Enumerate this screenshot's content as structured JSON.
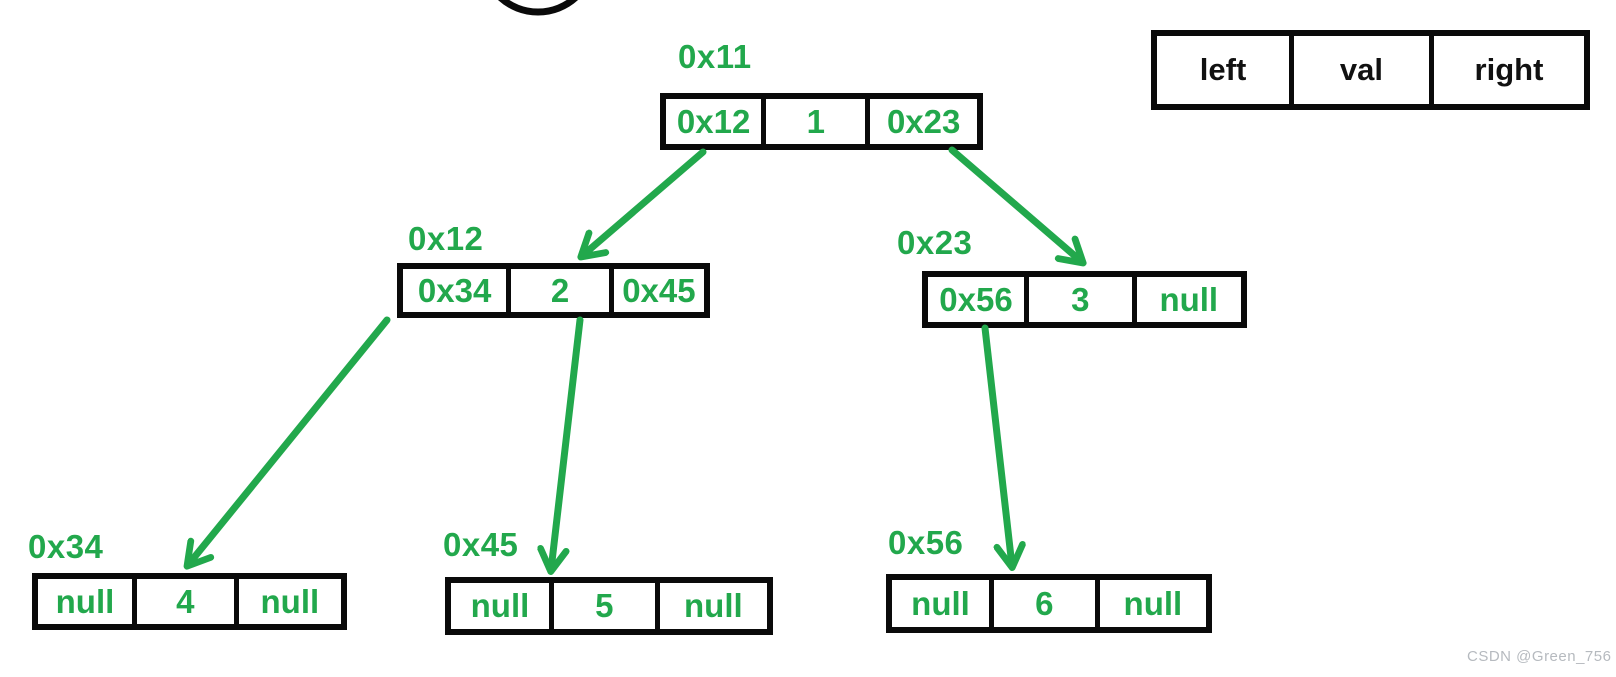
{
  "diagram": {
    "title_hint": "binary tree nodes in memory",
    "colors": {
      "accent_green": "#22a84c",
      "ink": "#0a0a0a",
      "watermark_gray": "#b6babf"
    },
    "legend": {
      "cells": [
        "left",
        "val",
        "right"
      ]
    },
    "nodes": [
      {
        "address": "0x11",
        "label": "0x11",
        "cells": [
          "0x12",
          "1",
          "0x23"
        ]
      },
      {
        "address": "0x12",
        "label": "0x12",
        "cells": [
          "0x34",
          "2",
          "0x45"
        ]
      },
      {
        "address": "0x23",
        "label": "0x23",
        "cells": [
          "0x56",
          "3",
          "null"
        ]
      },
      {
        "address": "0x34",
        "label": "0x34",
        "cells": [
          "null",
          "4",
          "null"
        ]
      },
      {
        "address": "0x45",
        "label": "0x45",
        "cells": [
          "null",
          "5",
          "null"
        ]
      },
      {
        "address": "0x56",
        "label": "0x56",
        "cells": [
          "null",
          "6",
          "null"
        ]
      }
    ],
    "edges": [
      {
        "from": "0x11.left",
        "to": "0x12"
      },
      {
        "from": "0x11.right",
        "to": "0x23"
      },
      {
        "from": "0x12.left",
        "to": "0x34"
      },
      {
        "from": "0x12.right",
        "to": "0x45"
      },
      {
        "from": "0x23.left",
        "to": "0x56"
      }
    ],
    "watermark": "CSDN @Green_756"
  }
}
